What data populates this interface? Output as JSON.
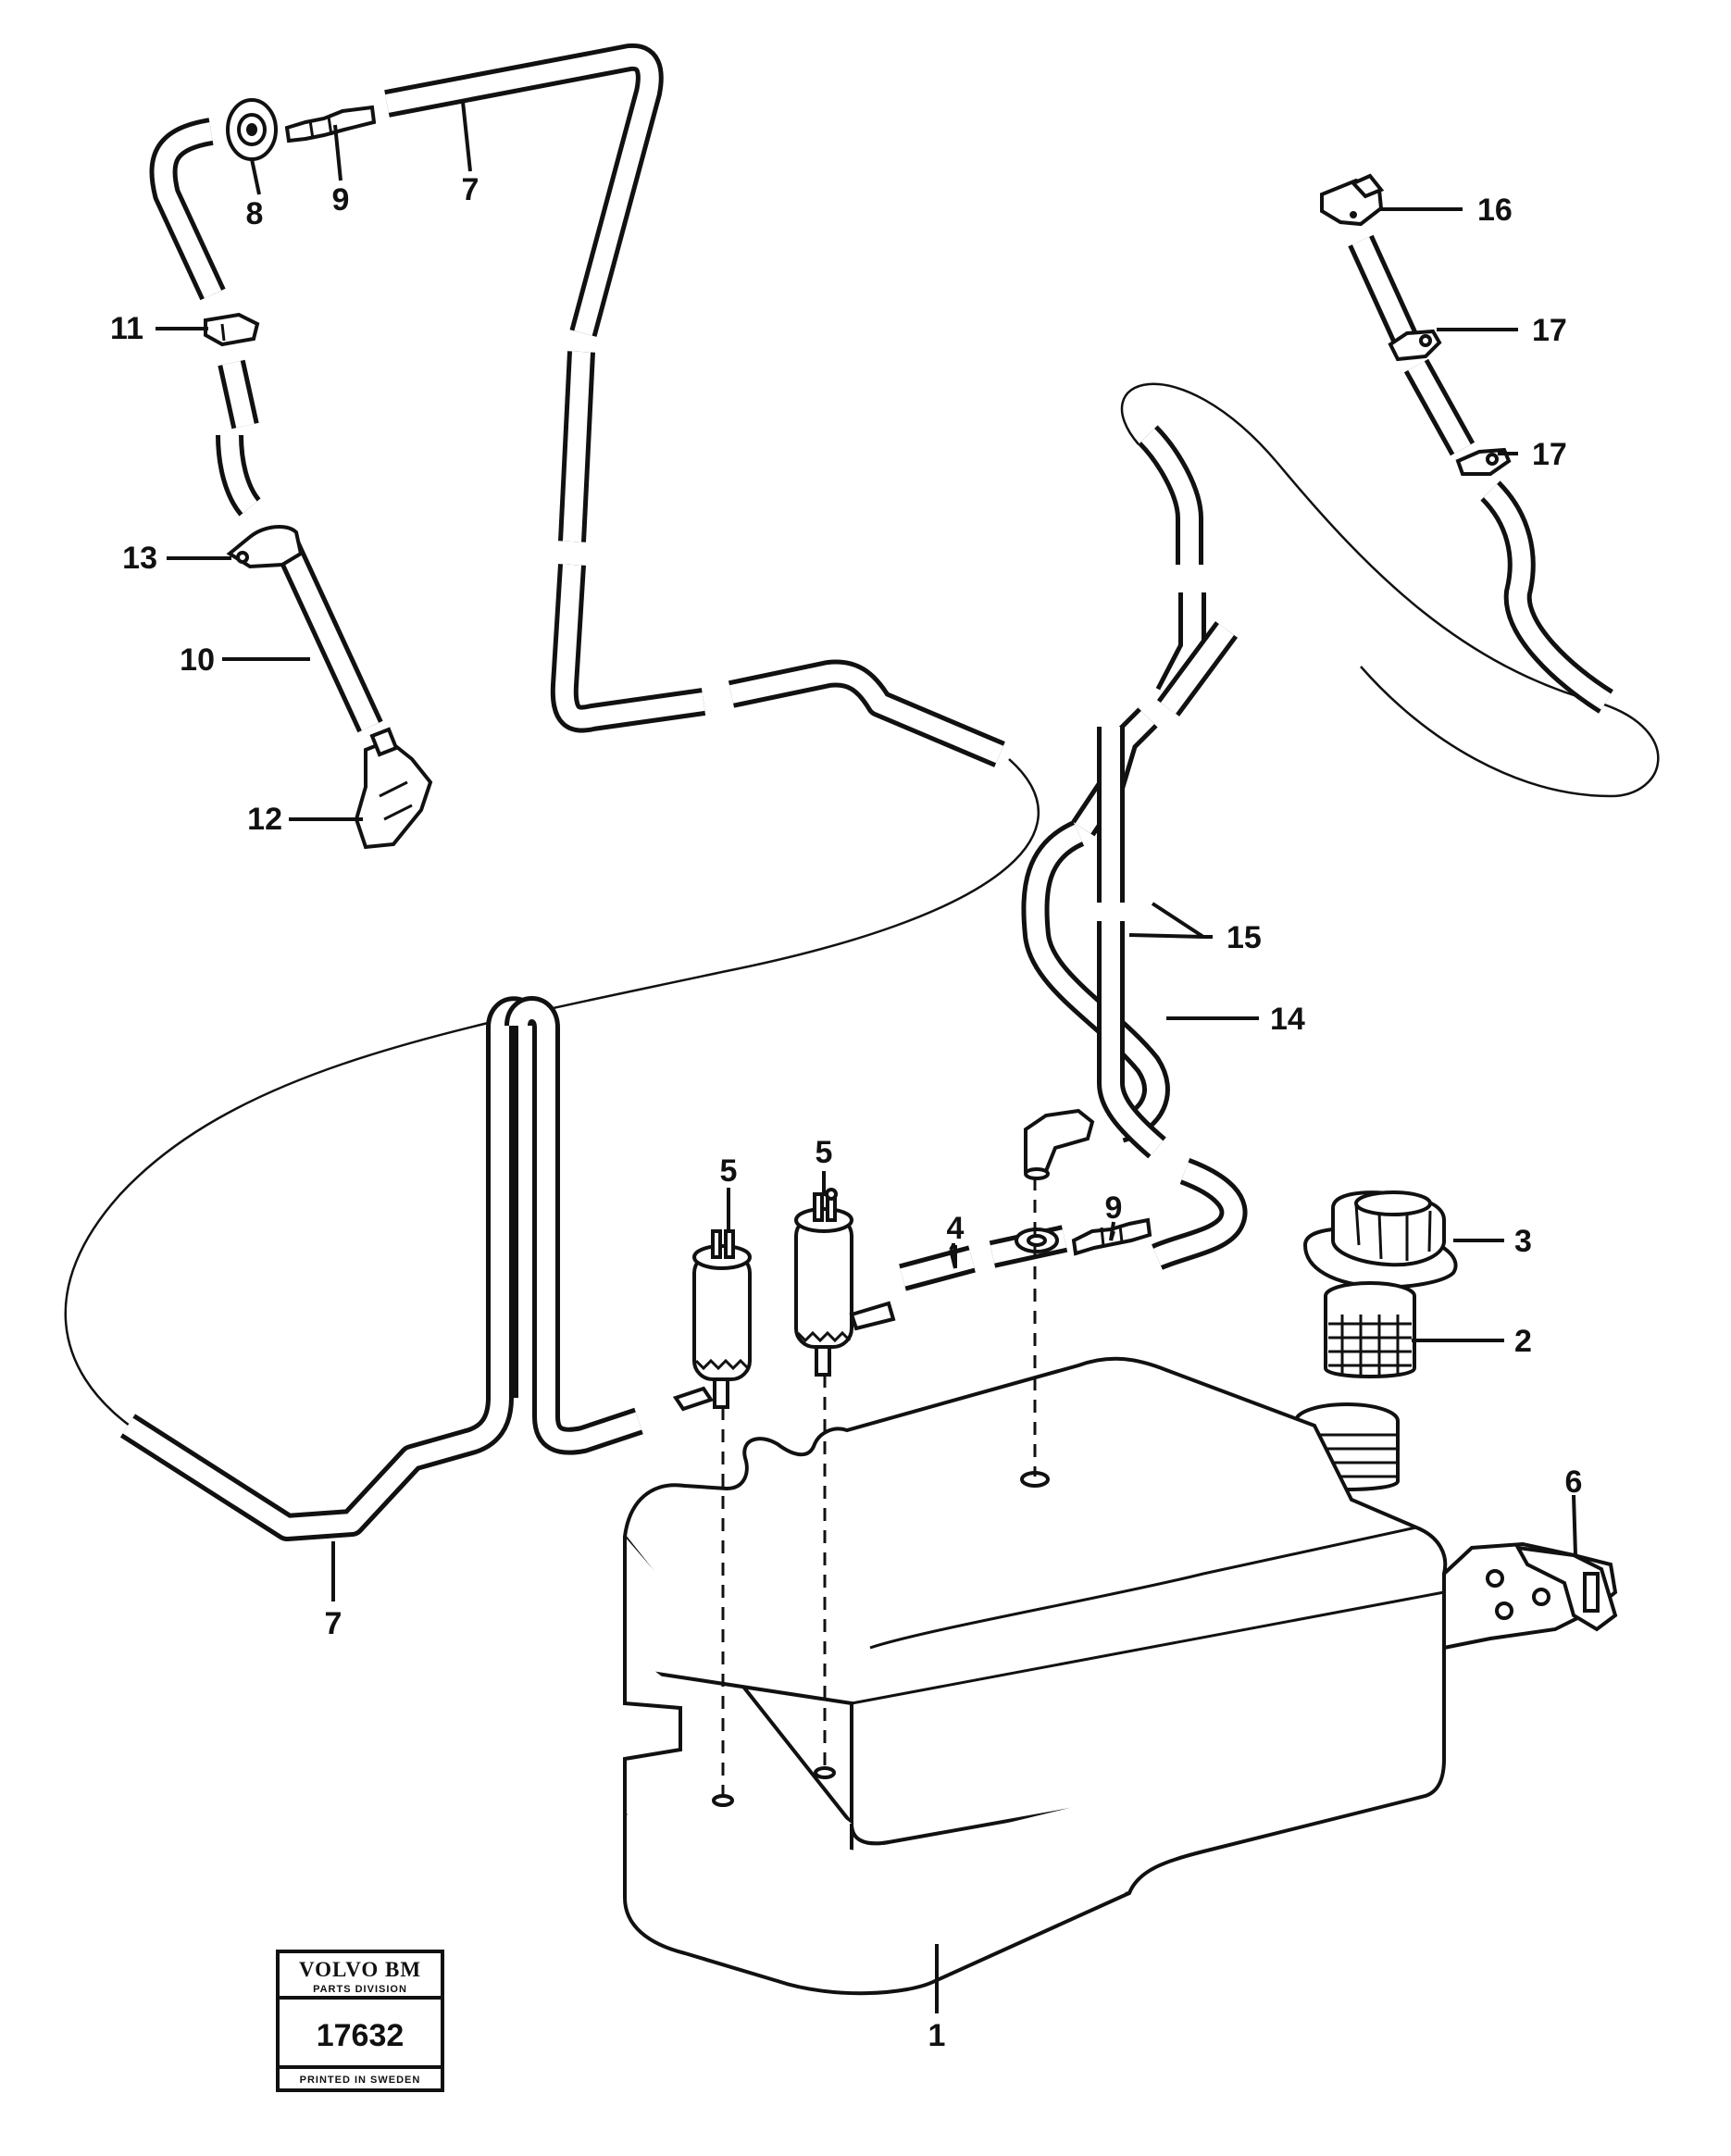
{
  "callouts": {
    "c1": "1",
    "c2": "2",
    "c3": "3",
    "c4": "4",
    "c5a": "5",
    "c5b": "5",
    "c6": "6",
    "c7a": "7",
    "c7b": "7",
    "c8": "8",
    "c9a": "9",
    "c9b": "9",
    "c10": "10",
    "c11": "11",
    "c12": "12",
    "c13": "13",
    "c14": "14",
    "c15": "15",
    "c16": "16",
    "c17a": "17",
    "c17b": "17"
  },
  "badge": {
    "brand": "VOLVO BM",
    "division": "PARTS DIVISION",
    "number": "17632",
    "printed": "PRINTED IN SWEDEN"
  }
}
